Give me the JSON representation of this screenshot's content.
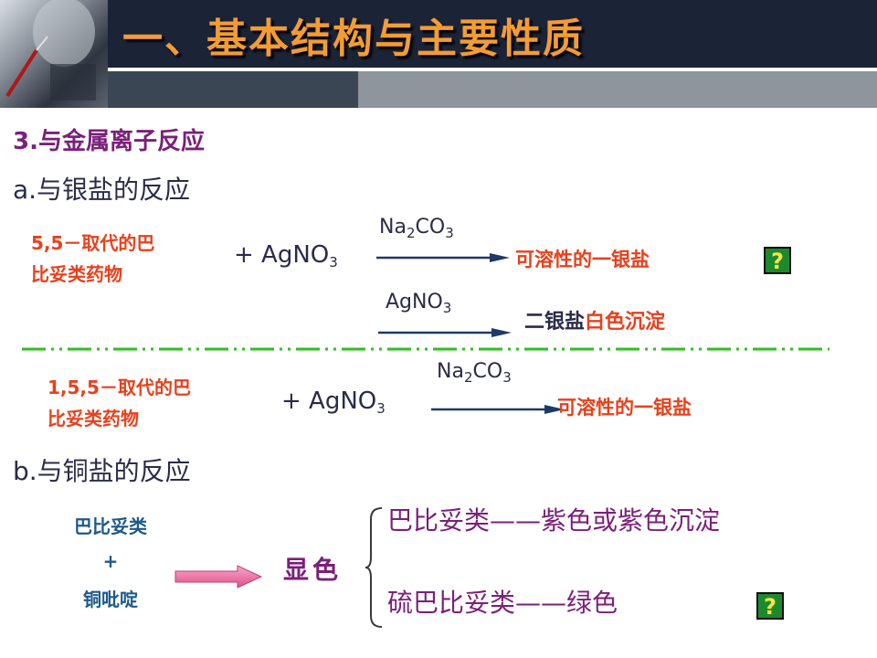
{
  "header": {
    "title": "一、基本结构与主要性质"
  },
  "section": {
    "heading": "3.与金属离子反应"
  },
  "silver": {
    "heading": "a.与银盐的反应",
    "r1": {
      "reactant_line1": "5,5－取代的巴",
      "reactant_line2": "比妥类药物",
      "reagent_plus": "+ AgNO",
      "reagent_sub": "3",
      "cond1_main": "Na",
      "cond1_sub1": "2",
      "cond1_mid": "CO",
      "cond1_sub2": "3",
      "product1": "可溶性的一银盐",
      "cond2_main": "AgNO",
      "cond2_sub": "3",
      "product2_prefix": "二银盐",
      "product2_highlight": "白色沉淀"
    },
    "r2": {
      "reactant_line1": "1,5,5－取代的巴",
      "reactant_line2": "比妥类药物",
      "reagent_plus": "+ AgNO",
      "reagent_sub": "3",
      "cond_main": "Na",
      "cond_sub1": "2",
      "cond_mid": "CO",
      "cond_sub2": "3",
      "product": "可溶性的一银盐"
    }
  },
  "copper": {
    "heading": "b.与铜盐的反应",
    "reactant_line1": "巴比妥类",
    "reactant_line2": "+",
    "reactant_line3": "铜吡啶",
    "result": "显色",
    "outcome1": "巴比妥类——紫色或紫色沉淀",
    "outcome2": "硫巴比妥类——绿色"
  },
  "help_icon": "?",
  "colors": {
    "title": "#f39c34",
    "heading": "#7b1f7a",
    "reactant": "#e8401c",
    "green_divider": "#2fbf1f",
    "help_bg": "#1c8a2c"
  }
}
